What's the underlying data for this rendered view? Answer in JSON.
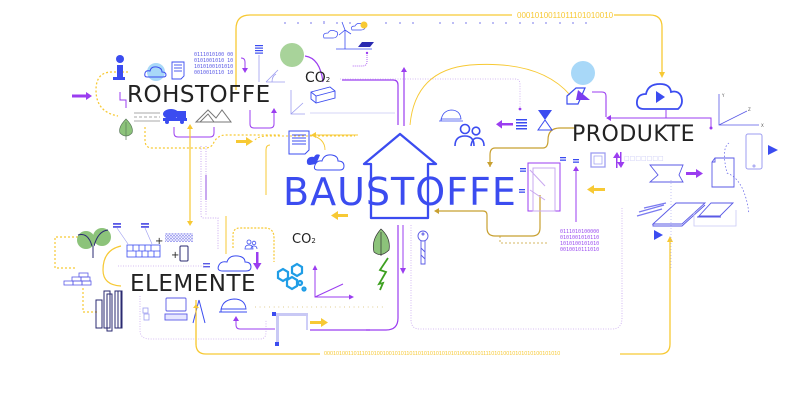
{
  "title": "Baustoffe",
  "nodes": {
    "center": "BAUSTOFFE",
    "rohstoffe": "ROHSTOFFE",
    "produkte": "PRODUKTE",
    "elemente": "ELEMENTE"
  },
  "annotations": {
    "co2_top": "CO",
    "co2_bottom": "CO",
    "co2_subscript": "2",
    "binary_block_left": "0111010100 00\n0101001010 10\n1010100101010\n0010010110 10",
    "binary_block_right": "0111010100000\n0101001010110\n1010100101010\n0010010111010",
    "binary_line_top": "0001010011011101010010",
    "binary_line_bottom": "00010100110111010100100101011011010101010101010000110111101010010101010100101010",
    "squares_row": "□□□□□□□"
  },
  "colors": {
    "blue": "#3b4cf0",
    "purple": "#9b3df0",
    "yellow": "#f7c934",
    "gold": "#c8a030",
    "green": "#8cc37a",
    "lightblue": "#a8d8f8",
    "text": "#222222"
  },
  "icons": [
    "info-icon",
    "cloud-icon",
    "document-icon",
    "tally-list-icon",
    "green-circle",
    "angle-measure-icon",
    "wind-turbine-icon",
    "solar-panel-icon",
    "sun-icon",
    "beam-icon",
    "axis-icon",
    "concrete-truck-icon",
    "mountains-icon",
    "leaf-icon",
    "road-icon",
    "house-outline-icon",
    "people-icon",
    "hard-hat-icon",
    "hourglass-icon",
    "hexagon-cube-icon",
    "light-blue-circle",
    "cloud-play-icon",
    "xyz-axis-icon",
    "door-icon",
    "frame-icon",
    "folded-paper-icon",
    "smartphone-icon",
    "tablet-icon",
    "play-triangle-icon",
    "plant-sprout-icon",
    "bricks-icon",
    "mesh-icon",
    "columns-icon",
    "compass-icon",
    "laptop-icon",
    "molecule-icon",
    "key-icon",
    "lightning-leaf-icon",
    "crane-icon"
  ]
}
